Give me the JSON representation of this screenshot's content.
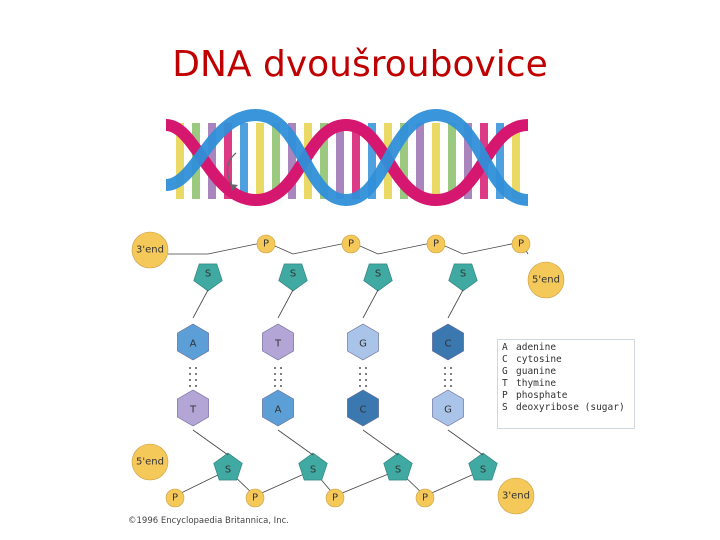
{
  "title": "DNA dvoušroubovice",
  "ladder": {
    "ends": [
      "3'end",
      "5'end",
      "5'end",
      "3'end"
    ],
    "phosphate_label": "P",
    "sugar_label": "S",
    "pairs": [
      {
        "top": "A",
        "bottom": "T",
        "top_color": "#5c9ed6",
        "bottom_color": "#b3a5d6"
      },
      {
        "top": "T",
        "bottom": "A",
        "top_color": "#b3a5d6",
        "bottom_color": "#5c9ed6"
      },
      {
        "top": "G",
        "bottom": "C",
        "top_color": "#a9c4e8",
        "bottom_color": "#3c78b0"
      },
      {
        "top": "C",
        "bottom": "G",
        "top_color": "#3c78b0",
        "bottom_color": "#a9c4e8"
      }
    ]
  },
  "legend": [
    {
      "key": "A",
      "text": "adenine"
    },
    {
      "key": "C",
      "text": "cytosine"
    },
    {
      "key": "G",
      "text": "guanine"
    },
    {
      "key": "T",
      "text": "thymine"
    },
    {
      "key": "P",
      "text": "phosphate"
    },
    {
      "key": "S",
      "text": "deoxyribose (sugar)"
    }
  ],
  "copyright": "©1996 Encyclopaedia Britannica, Inc.",
  "colors": {
    "title": "#c00000",
    "phosphate": "#f5c85a",
    "sugar": "#3fa9a2",
    "strand_pink": "#d6176f",
    "strand_blue": "#2f8fd8"
  }
}
